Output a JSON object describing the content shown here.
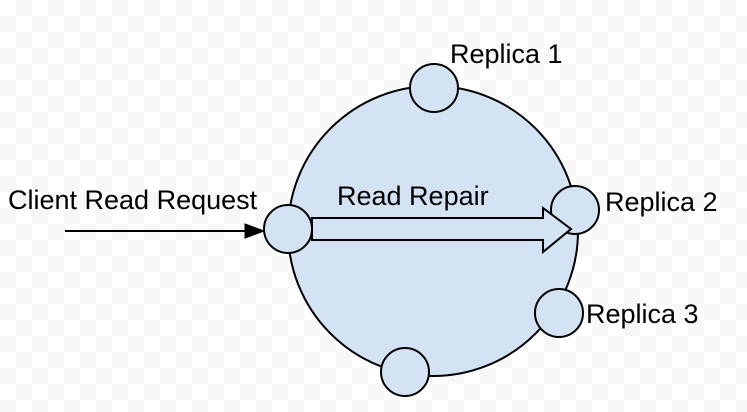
{
  "diagram": {
    "type": "ring-topology-read-repair",
    "labels": {
      "client_read_request": "Client Read Request",
      "read_repair": "Read Repair"
    },
    "nodes": [
      {
        "label": "Replica 1"
      },
      {
        "label": "Replica 2"
      },
      {
        "label": "Replica 3"
      },
      {
        "label": ""
      },
      {
        "label": ""
      }
    ],
    "colors": {
      "shape_fill": "#d4e3f3",
      "shape_stroke": "#000000",
      "text": "#000000",
      "checker_light": "#ffffff",
      "checker_dark": "#f7f7f7"
    }
  }
}
